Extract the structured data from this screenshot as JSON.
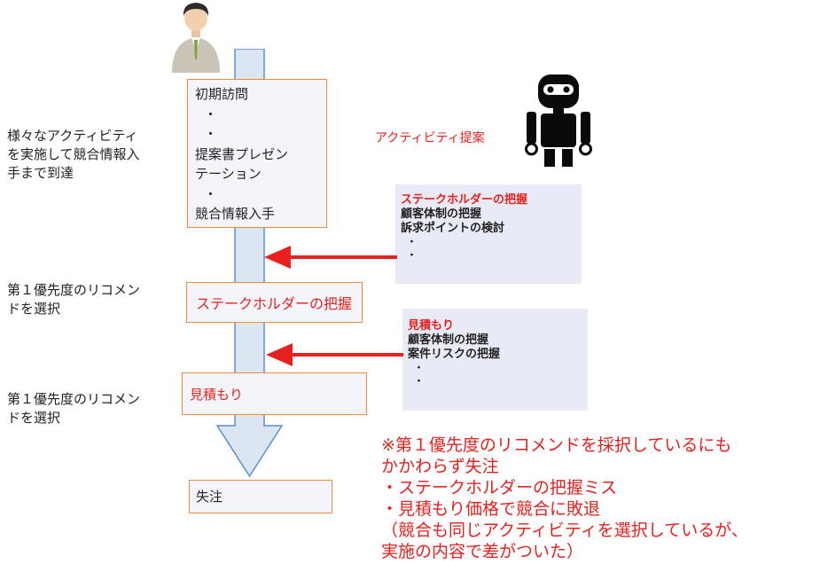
{
  "side_labels": {
    "label1": [
      "様々なアクティビティ",
      "を実施して競合情報入",
      "手まで到達"
    ],
    "label2": [
      "第１優先度のリコメン",
      "ドを選択"
    ],
    "label3": [
      "第１優先度のリコメン",
      "ドを選択"
    ]
  },
  "flow": {
    "step1_lines": [
      "初期訪問",
      "・",
      "・",
      "提案書プレゼン",
      "テーション",
      "・",
      "競合情報入手"
    ],
    "step2": "ステークホルダーの把握",
    "step3": "見積もり",
    "step4": "失注"
  },
  "robot_label": "アクティビティ提案",
  "panels": [
    {
      "title": "ステークホルダーの把握",
      "items": [
        "顧客体制の把握",
        "訴求ポイントの検討",
        "・",
        "・"
      ]
    },
    {
      "title": "見積もり",
      "items": [
        "顧客体制の把握",
        "案件リスクの把握",
        "・",
        "・"
      ]
    }
  ],
  "note": {
    "lines": [
      "※第１優先度のリコメンドを採択しているにも",
      "かかわらず失注",
      "・ステークホルダーの把握ミス",
      "・見積もり価格で競合に敗退",
      "（競合も同じアクティビティを選択しているが、",
      "実施の内容で差がついた）"
    ]
  },
  "colors": {
    "accent_red": "#e8201e",
    "box_border": "#f08a3c",
    "flow_arrow": "#dce6f2",
    "flow_arrow_border": "#5b8fd0",
    "panel_bg": "#e8ebf5"
  },
  "icons": [
    "person-icon",
    "robot-icon"
  ]
}
